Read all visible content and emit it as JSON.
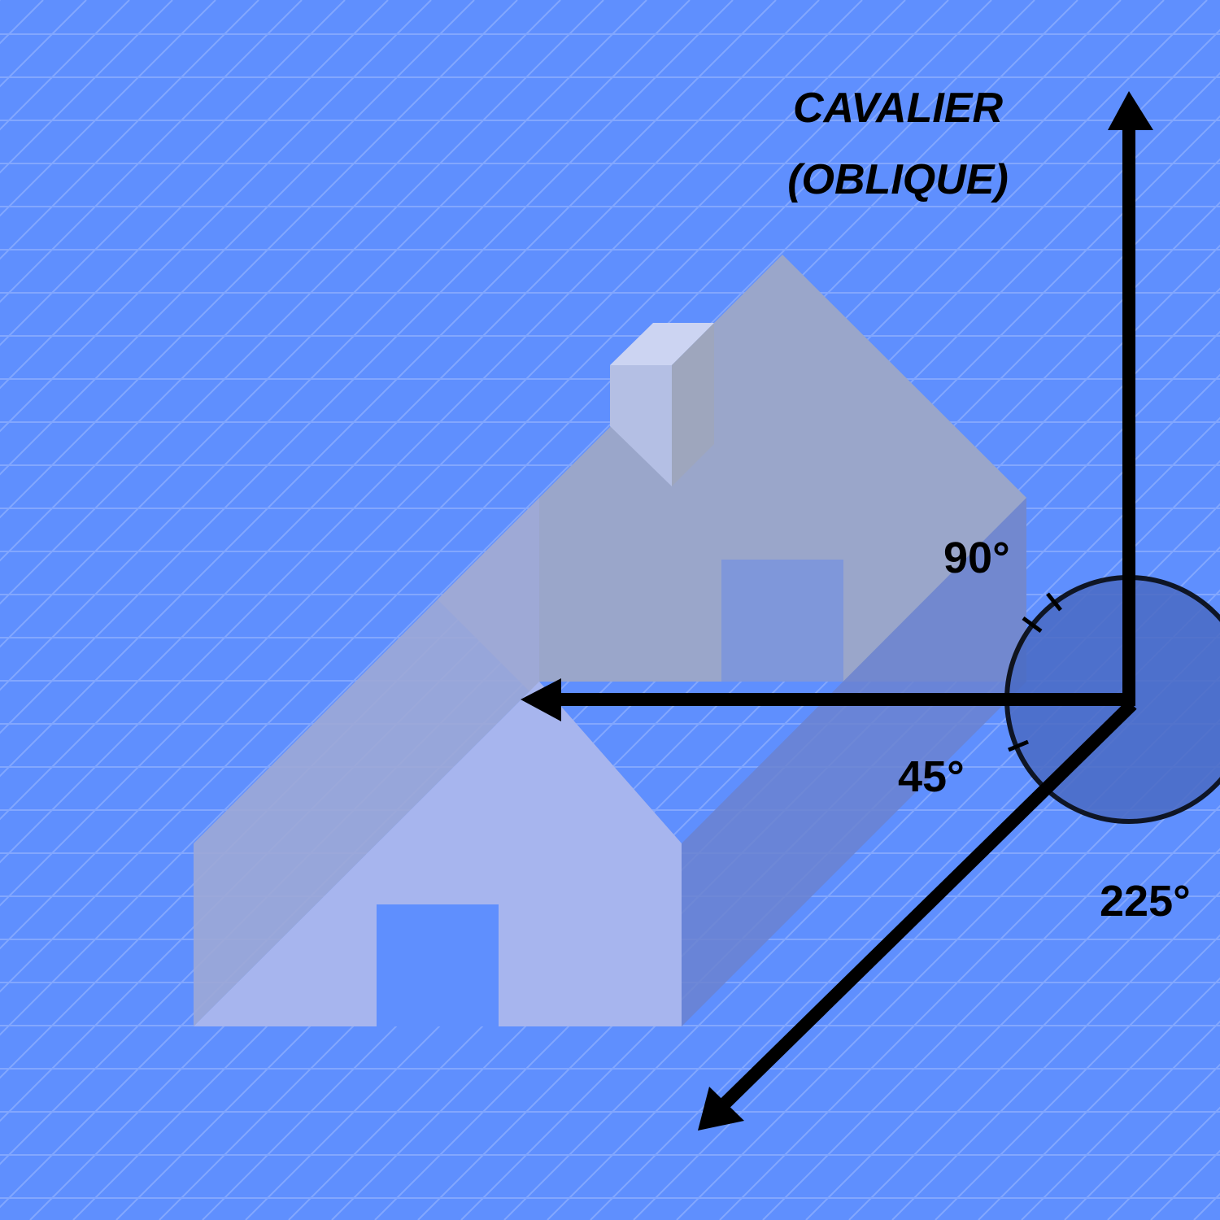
{
  "title": {
    "line1": "CAVALIER",
    "line2": "(OBLIQUE)"
  },
  "angles": {
    "a90": "90°",
    "a45": "45°",
    "a225": "225°"
  },
  "colors": {
    "background": "#5f8ffe",
    "grid": "#8fb0ff",
    "house_back": "#9aa6ca",
    "house_front": "#a7b5ee",
    "house_side": "#6b82d0",
    "axis": "#000000",
    "protractor_fill": "#4a6bc4"
  },
  "icons": {
    "axes": "three-axis-arrows-icon",
    "protractor": "angle-circle-icon",
    "house": "house-cavalier-projection-icon"
  }
}
